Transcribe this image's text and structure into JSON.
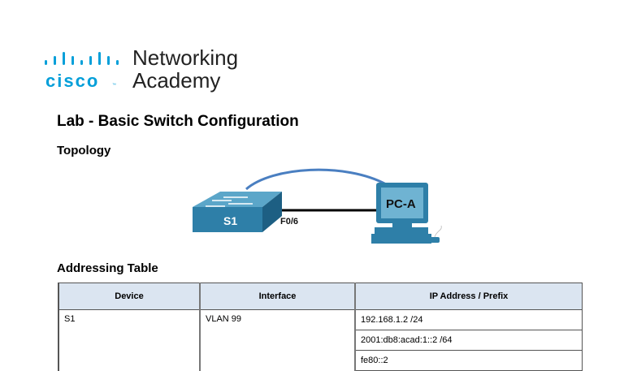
{
  "logo": {
    "brand": "cisco",
    "line1": "Networking",
    "line2": "Academy",
    "tm": "™",
    "brand_color": "#049fd9"
  },
  "document": {
    "title": "Lab - Basic Switch Configuration",
    "sections": {
      "topology": "Topology",
      "addressing": "Addressing Table"
    }
  },
  "topology": {
    "devices": [
      {
        "name": "S1",
        "type": "switch-icon"
      },
      {
        "name": "PC-A",
        "type": "pc-icon"
      }
    ],
    "links": [
      {
        "label": "F0/6",
        "type": "ethernet",
        "color": "#000000"
      },
      {
        "label": "",
        "type": "console",
        "color": "#4a7fc1"
      }
    ]
  },
  "addressing_table": {
    "headers": [
      "Device",
      "Interface",
      "IP Address / Prefix"
    ],
    "rows": [
      {
        "device": "S1",
        "interface": "VLAN 99",
        "addresses": [
          "192.168.1.2 /24",
          "2001:db8:acad:1::2 /64",
          "fe80::2"
        ]
      }
    ],
    "header_bg": "#dbe5f1"
  }
}
